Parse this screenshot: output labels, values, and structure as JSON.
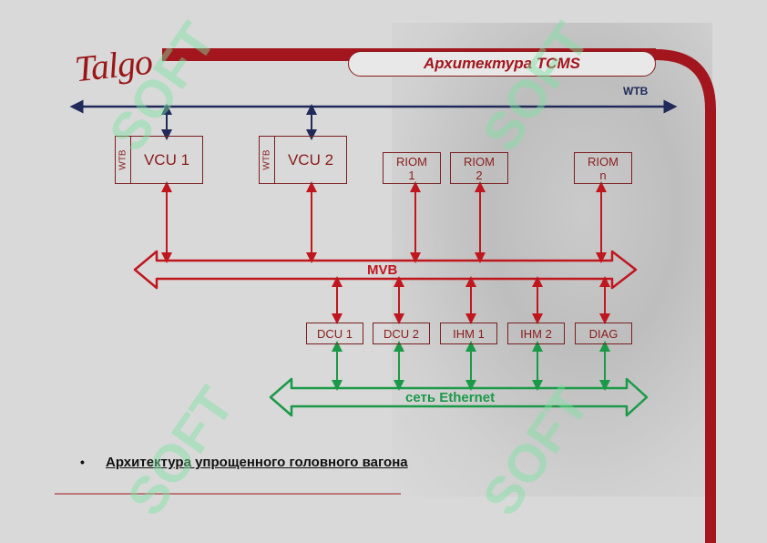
{
  "header": {
    "logo": "Talgo",
    "title": "Архитектура TCMS"
  },
  "buses": {
    "wtb": "WTB",
    "mvb": "MVB",
    "ethernet": "сеть Ethernet"
  },
  "vcus": [
    {
      "tab": "WTB",
      "label": "VCU 1"
    },
    {
      "tab": "WTB",
      "label": "VCU 2"
    }
  ],
  "rioms": [
    {
      "line1": "RIOM",
      "line2": "1"
    },
    {
      "line1": "RIOM",
      "line2": "2"
    },
    {
      "line1": "RIOM",
      "line2": "n"
    }
  ],
  "devices": [
    "DCU 1",
    "DCU 2",
    "IHM 1",
    "IHM 2",
    "DIAG"
  ],
  "footer": {
    "bullet": "•",
    "text": "Архитектура упрощенного головного вагона"
  },
  "watermark": "SOFT",
  "colors": {
    "wtb": "#1f2a5a",
    "mvb": "#c0171f",
    "ethernet": "#1a9a48",
    "accent": "#a3161d",
    "watermark": "#7be3a0"
  }
}
